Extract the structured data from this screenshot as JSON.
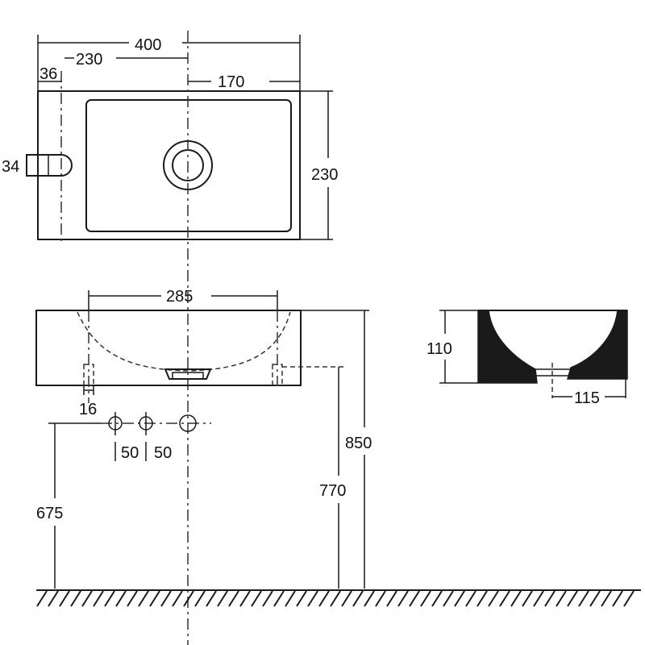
{
  "top_view": {
    "width": "400",
    "left_to_axis": "230",
    "right_from_axis": "170",
    "tap_offset": "36",
    "depth": "230",
    "tap_height": "34"
  },
  "front_view": {
    "bowl_width": "285",
    "fixing_width": "16",
    "spacing_left": "50",
    "spacing_right": "50",
    "height_total": "850",
    "height_fixing": "770",
    "height_supply": "675"
  },
  "side_view": {
    "height": "110",
    "drain_offset": "115"
  }
}
